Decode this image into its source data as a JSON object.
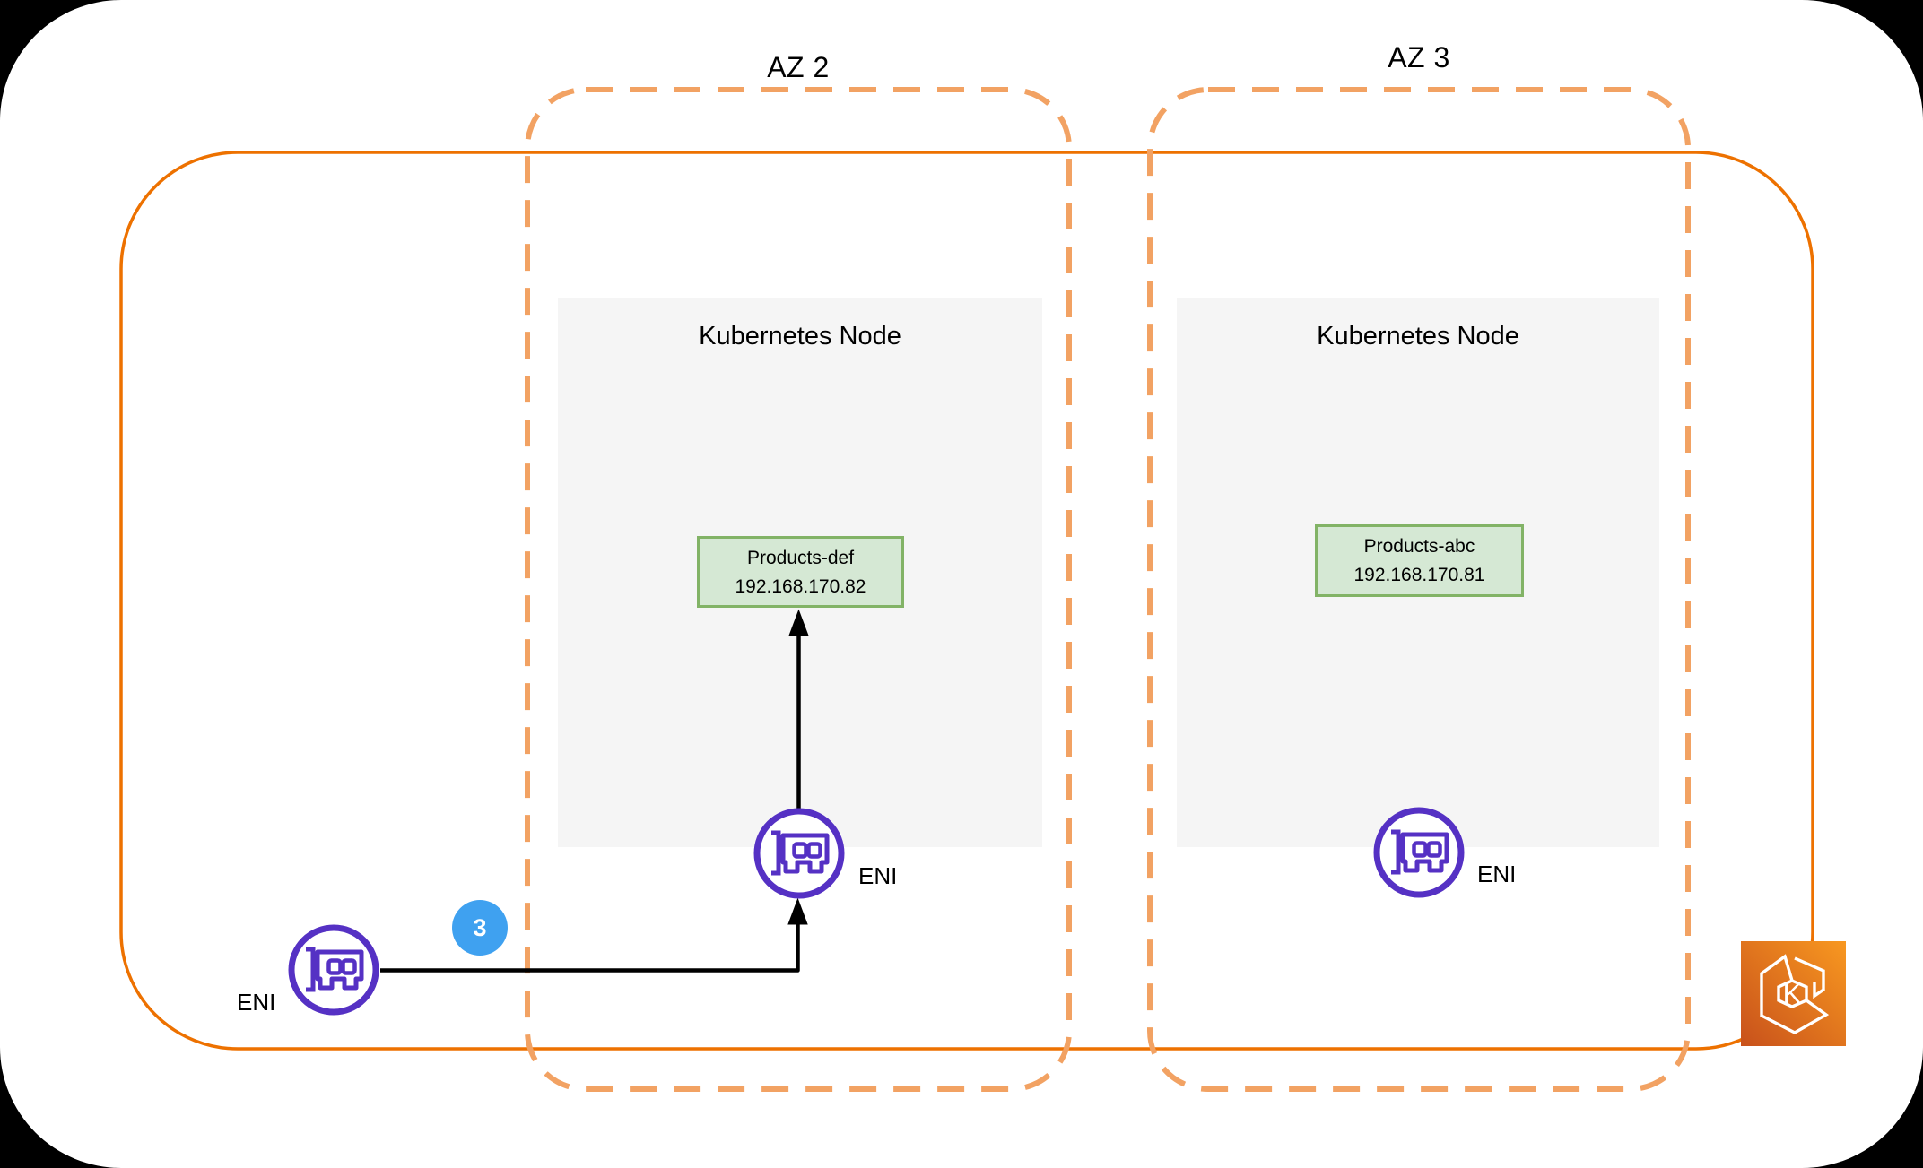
{
  "az2": {
    "label": "AZ 2",
    "node_title": "Kubernetes Node",
    "pod_name": "Products-def",
    "pod_ip": "192.168.170.82",
    "eni_label": "ENI"
  },
  "az3": {
    "label": "AZ 3",
    "node_title": "Kubernetes Node",
    "pod_name": "Products-abc",
    "pod_ip": "192.168.170.81",
    "eni_label": "ENI"
  },
  "external_eni": {
    "label": "ENI"
  },
  "flow_badge": {
    "value": "3"
  },
  "eks": {
    "letter": "K"
  },
  "icons": {
    "eni": "network-interface-card-icon",
    "eks": "amazon-eks-icon"
  },
  "colors": {
    "vpc_border": "#ED7100",
    "az_border": "#F2A263",
    "eni_purple": "#5531C4",
    "badge_blue": "#3FA1F0",
    "pod_fill": "#D5E8D4",
    "pod_border": "#82B366",
    "node_fill": "#F5F5F5",
    "arrow": "#000000",
    "eks_gradient_dark": "#C8511B",
    "eks_gradient_light": "#F89820"
  }
}
